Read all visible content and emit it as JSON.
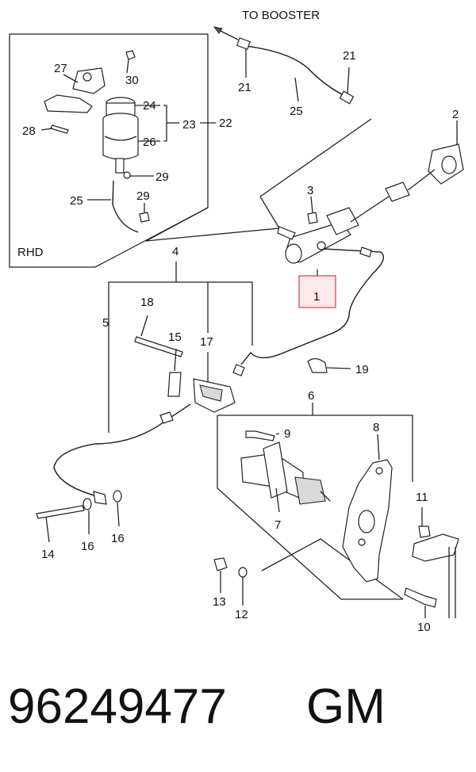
{
  "header": {
    "destination_label": "TO  BOOSTER"
  },
  "inset": {
    "variant_label": "RHD"
  },
  "callouts": {
    "c1": "1",
    "c2": "2",
    "c3": "3",
    "c4": "4",
    "c5": "5",
    "c6": "6",
    "c7": "7",
    "c8": "8",
    "c9": "9",
    "c10": "10",
    "c11": "11",
    "c12": "12",
    "c13": "13",
    "c14": "14",
    "c15": "15",
    "c16a": "16",
    "c16b": "16",
    "c17": "17",
    "c18": "18",
    "c19": "19",
    "c21a": "21",
    "c21b": "21",
    "c22": "22",
    "c23": "23",
    "c24": "24",
    "c25a": "25",
    "c25b": "25",
    "c26": "26",
    "c27": "27",
    "c28": "28",
    "c29a": "29",
    "c29b": "29",
    "c30": "30"
  },
  "highlight": {
    "color": "#e2545d",
    "part_label": "1"
  },
  "footer": {
    "part_number": "96249477",
    "brand": "GM"
  }
}
